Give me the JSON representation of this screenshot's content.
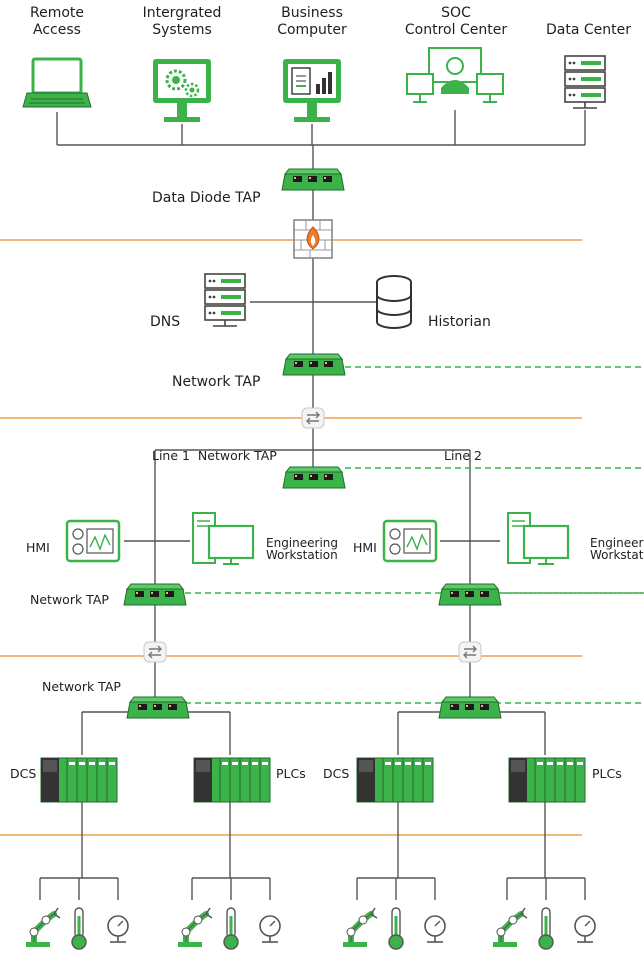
{
  "top_devices": [
    {
      "line1": "Remote",
      "line2": "Access"
    },
    {
      "line1": "Intergrated",
      "line2": "Systems"
    },
    {
      "line1": "Business",
      "line2": "Computer"
    },
    {
      "line1": "SOC",
      "line2": "Control Center"
    },
    {
      "line1": "Data Center",
      "line2": ""
    }
  ],
  "labels": {
    "data_diode_tap": "Data Diode TAP",
    "dns": "DNS",
    "historian": "Historian",
    "network_tap": "Network TAP",
    "line1_network_tap": "Line 1  Network TAP",
    "line2": "Line 2",
    "hmi": "HMI",
    "eng_ws_1": "Engineering",
    "eng_ws_2": "Workstation",
    "eng_ws_trunc_1": "Engineer",
    "eng_ws_trunc_2": "Workstat",
    "dcs": "DCS",
    "plcs": "PLCs"
  },
  "colors": {
    "green": "#3cb34a",
    "dark_green": "#2e7d32",
    "orange": "#f0a050",
    "line": "#555555",
    "dashed": "#3cb34a"
  },
  "icons": [
    "laptop-icon",
    "integrated-systems-monitor-icon",
    "business-computer-monitor-icon",
    "soc-operator-icon",
    "server-rack-icon",
    "network-tap-icon",
    "firewall-icon",
    "database-icon",
    "switch-icon",
    "hmi-panel-icon",
    "workstation-icon",
    "plc-rack-icon",
    "robot-arm-icon",
    "thermometer-icon",
    "gauge-icon"
  ]
}
